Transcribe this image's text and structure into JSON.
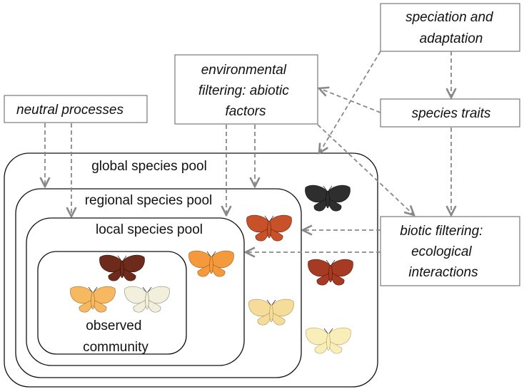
{
  "boxes": {
    "neutral": [
      "neutral processes"
    ],
    "environmental": [
      "environmental",
      "filtering: abiotic",
      "factors"
    ],
    "speciation": [
      "speciation and",
      "adaptation"
    ],
    "traits": [
      "species traits"
    ],
    "biotic": [
      "biotic filtering:",
      "ecological",
      "interactions"
    ]
  },
  "pools": {
    "global": "global species pool",
    "regional": "regional species pool",
    "local": "local species pool",
    "observed": [
      "observed",
      "community"
    ]
  },
  "colors": {
    "arrow": "#888888",
    "box_border": "#777777",
    "pool_border": "#111111",
    "moth_black": "#2e2e2e",
    "moth_rust": "#c9512a",
    "moth_brown": "#6e2a1a",
    "moth_orange": "#f49a3c",
    "moth_dark_rust": "#a63a22",
    "moth_light_orange": "#f6b860",
    "moth_cream": "#f2f0dc",
    "moth_pale_yellow": "#f6dc9a",
    "moth_very_pale": "#f9eeb8"
  }
}
